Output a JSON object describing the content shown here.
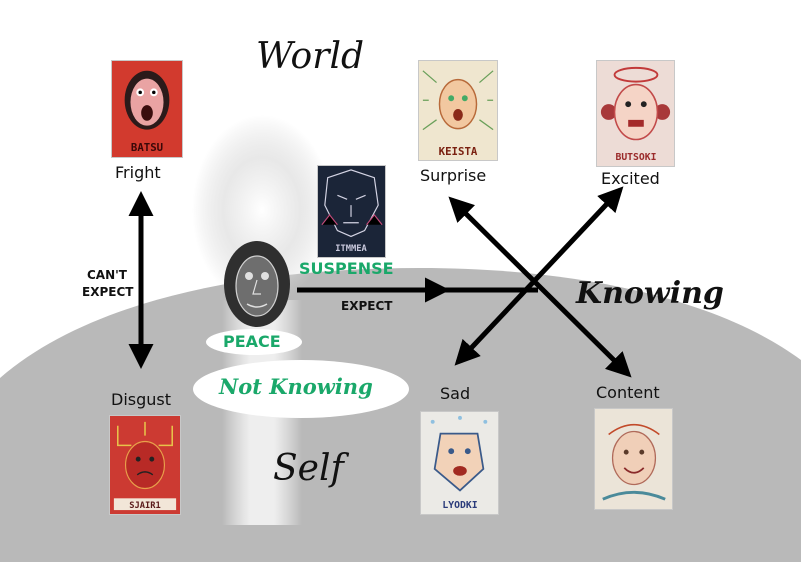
{
  "headings": {
    "world": "World",
    "self": "Self",
    "knowing": "Knowing",
    "not_knowing": "Not Knowing"
  },
  "emotions": {
    "fright": "Fright",
    "surprise": "Surprise",
    "excited": "Excited",
    "disgust": "Disgust",
    "sad": "Sad",
    "content": "Content"
  },
  "states": {
    "suspense": "SUSPENSE",
    "peace": "PEACE"
  },
  "axis_labels": {
    "cant": "CAN'T",
    "expect_upper": "EXPECT",
    "expect": "EXPECT"
  },
  "picture_captions": {
    "fright": "BATSU",
    "surprise": "KEISTA",
    "excited": "BUTSOKI",
    "disgust": "SJAIR1",
    "sad": "LYODKI",
    "suspense": "ITMMEA"
  },
  "colors": {
    "ground": "#b9b9b9",
    "green_label": "#1aa86a",
    "arrow": "#000000",
    "red_art": "#c8292a"
  }
}
